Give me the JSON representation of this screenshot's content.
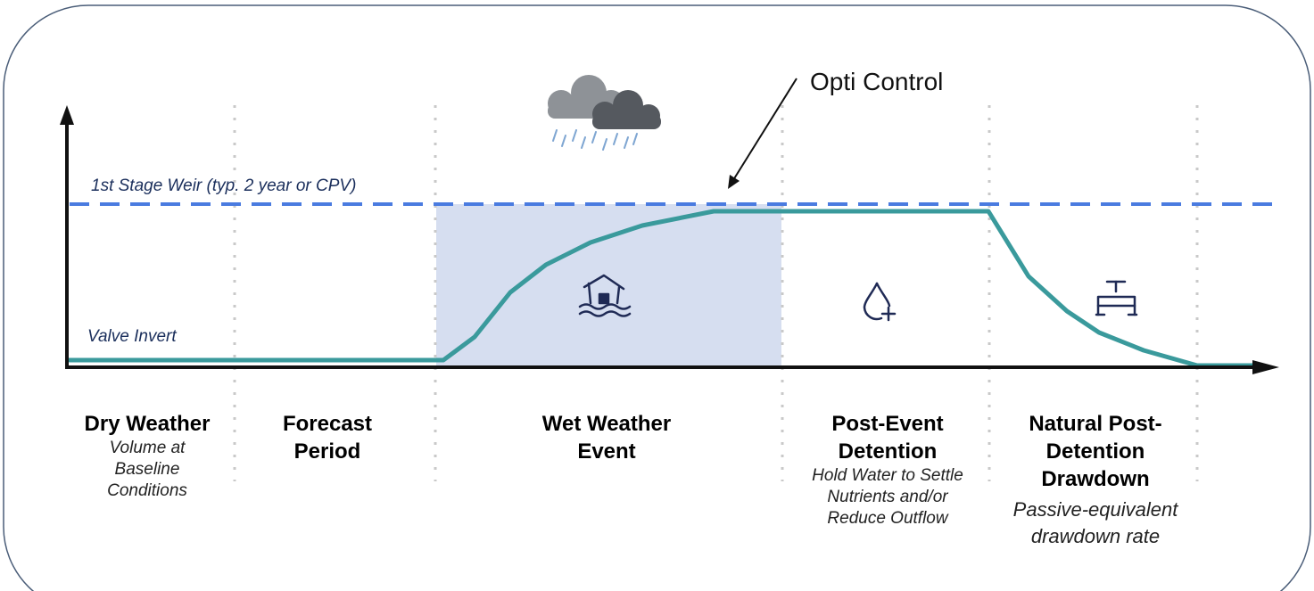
{
  "callout": {
    "text": "Opti Control"
  },
  "weir_label": "1st Stage Weir (typ. 2 year or CPV)",
  "valve_label": "Valve Invert",
  "phases": [
    {
      "title": "Dry Weather",
      "subtitle": "Volume at Baseline Conditions"
    },
    {
      "title": "Forecast Period",
      "subtitle": ""
    },
    {
      "title": "Wet Weather Event",
      "subtitle": ""
    },
    {
      "title": "Post-Event Detention",
      "subtitle": "Hold Water to Settle Nutrients and/or Reduce Outflow"
    },
    {
      "title": "Natural Post-Detention Drawdown",
      "subtitle": "Passive-equivalent drawdown rate"
    }
  ],
  "icons": {
    "weather": "rain-cloud-icon",
    "flood": "flooded-house-icon",
    "water": "water-drop-plus-icon",
    "valve": "valve-pipe-icon"
  },
  "colors": {
    "level_line": "#3a9a9c",
    "weir_line": "#4a7be0",
    "wet_fill": "#d6def0",
    "icon_navy": "#1f2a55",
    "border": "#4a5d78"
  }
}
